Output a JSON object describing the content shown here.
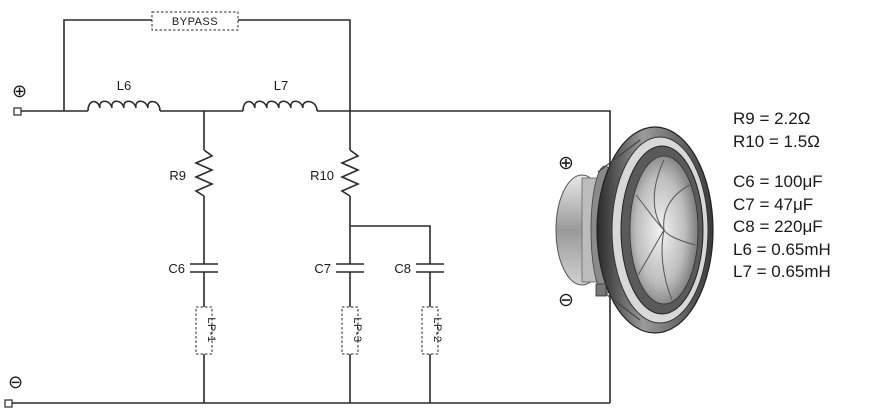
{
  "terminals": {
    "positive": "⊕",
    "negative": "⊖"
  },
  "driver_terminals": {
    "positive": "⊕",
    "negative": "⊖"
  },
  "bypass_label": "BYPASS",
  "inductors": {
    "l6": "L6",
    "l7": "L7"
  },
  "resistors": {
    "r9": "R9",
    "r10": "R10"
  },
  "capacitors": {
    "c6": "C6",
    "c7": "C7",
    "c8": "C8"
  },
  "lp_boxes": {
    "lp1": "LP-1",
    "lp3": "LP-3",
    "lp2": "LP-2"
  },
  "values": {
    "r9": "R9 = 2.2Ω",
    "r10": "R10 = 1.5Ω",
    "c6": "C6 = 100μF",
    "c7": "C7 = 47μF",
    "c8": "C8 = 220μF",
    "l6": "L6 = 0.65mH",
    "l7": "L7 = 0.65mH"
  }
}
